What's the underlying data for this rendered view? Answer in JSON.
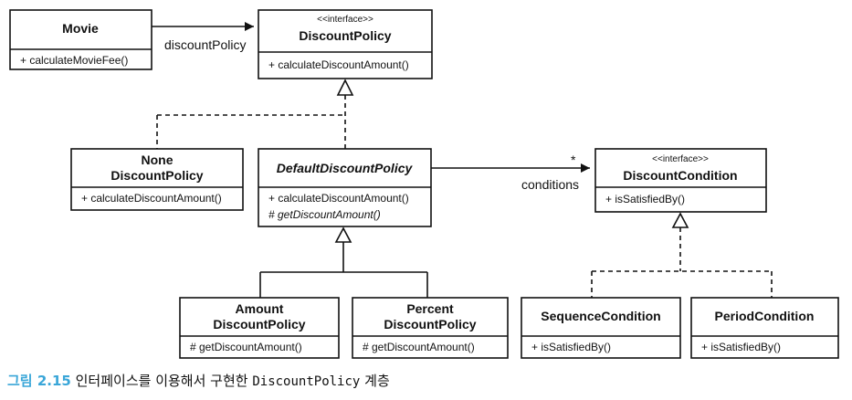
{
  "classes": {
    "movie": {
      "name": "Movie",
      "methods": [
        "+ calculateMovieFee()"
      ]
    },
    "discount_policy": {
      "stereotype": "<<interface>>",
      "name": "DiscountPolicy",
      "methods": [
        "+ calculateDiscountAmount()"
      ]
    },
    "none_discount_policy": {
      "name_line1": "None",
      "name_line2": "DiscountPolicy",
      "methods": [
        "+ calculateDiscountAmount()"
      ]
    },
    "default_discount_policy": {
      "name": "DefaultDiscountPolicy",
      "methods": [
        "+ calculateDiscountAmount()",
        "# getDiscountAmount()"
      ]
    },
    "discount_condition": {
      "stereotype": "<<interface>>",
      "name": "DiscountCondition",
      "methods": [
        "+ isSatisfiedBy()"
      ]
    },
    "amount_discount_policy": {
      "name_line1": "Amount",
      "name_line2": "DiscountPolicy",
      "methods": [
        "# getDiscountAmount()"
      ]
    },
    "percent_discount_policy": {
      "name_line1": "Percent",
      "name_line2": "DiscountPolicy",
      "methods": [
        "# getDiscountAmount()"
      ]
    },
    "sequence_condition": {
      "name": "SequenceCondition",
      "methods": [
        "+ isSatisfiedBy()"
      ]
    },
    "period_condition": {
      "name": "PeriodCondition",
      "methods": [
        "+ isSatisfiedBy()"
      ]
    }
  },
  "labels": {
    "discount_policy_assoc": "discountPolicy",
    "conditions_assoc": "conditions",
    "multiplicity": "*"
  },
  "caption": {
    "figure": "그림 2.15",
    "text_before": "인터페이스를 이용해서 구현한",
    "code": "DiscountPolicy",
    "text_after": "계층"
  }
}
